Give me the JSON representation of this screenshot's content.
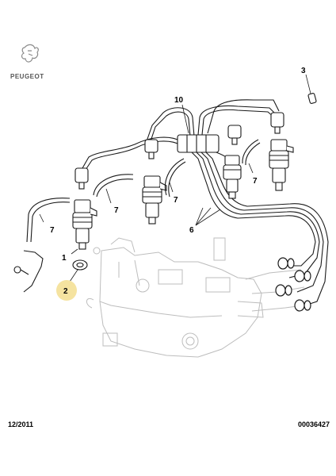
{
  "brand": {
    "name": "PEUGEOT",
    "logo_icon": "lion-icon"
  },
  "callouts": [
    {
      "id": "1",
      "label": "1"
    },
    {
      "id": "2",
      "label": "2",
      "highlighted": true
    },
    {
      "id": "3",
      "label": "3"
    },
    {
      "id": "6",
      "label": "6"
    },
    {
      "id": "7a",
      "label": "7"
    },
    {
      "id": "7b",
      "label": "7"
    },
    {
      "id": "7c",
      "label": "7"
    },
    {
      "id": "7d",
      "label": "7"
    },
    {
      "id": "10",
      "label": "10"
    }
  ],
  "footer": {
    "date": "12/2011",
    "reference": "00036427"
  },
  "colors": {
    "line": "#1a1a1a",
    "highlight": "#f5e3a0",
    "muted": "#bdbdbd"
  }
}
